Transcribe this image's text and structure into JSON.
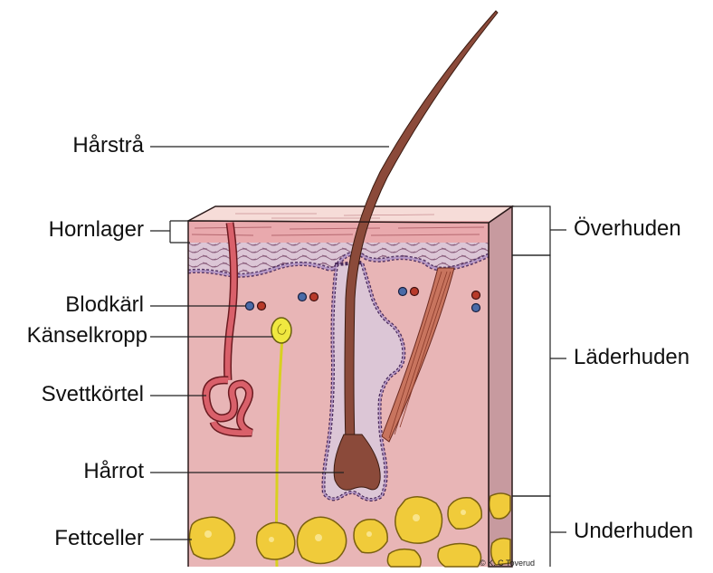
{
  "diagram": {
    "labels_left": {
      "hair_shaft": "Hårstrå",
      "stratum_corneum": "Hornlager",
      "blood_vessels": "Blodkärl",
      "sensory_receptor": "Känselkropp",
      "sweat_gland": "Svettkörtel",
      "hair_root": "Hårrot",
      "fat_cells": "Fettceller"
    },
    "labels_right": {
      "epidermis": "Överhuden",
      "dermis": "Läderhuden",
      "subcutis": "Underhuden"
    },
    "credit": "© K. C Toverud"
  }
}
